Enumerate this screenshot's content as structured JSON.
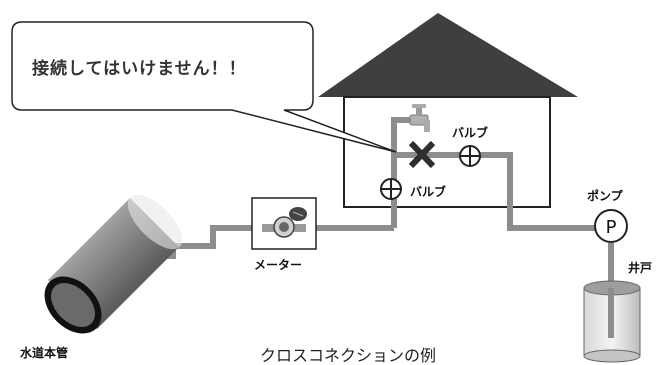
{
  "callout": {
    "text": "接続してはいけません！！"
  },
  "labels": {
    "valve_upper": "バルブ",
    "valve_lower": "バルブ",
    "meter": "メーター",
    "pump": "ポンプ",
    "pump_symbol": "P",
    "well": "井戸",
    "main_pipe": "水道本管"
  },
  "caption": "クロスコネクションの例",
  "icons": [
    "house-icon",
    "faucet-icon",
    "cross-mark-icon",
    "valve-icon",
    "meter-icon",
    "pump-icon",
    "well-icon",
    "water-main-pipe-icon"
  ]
}
